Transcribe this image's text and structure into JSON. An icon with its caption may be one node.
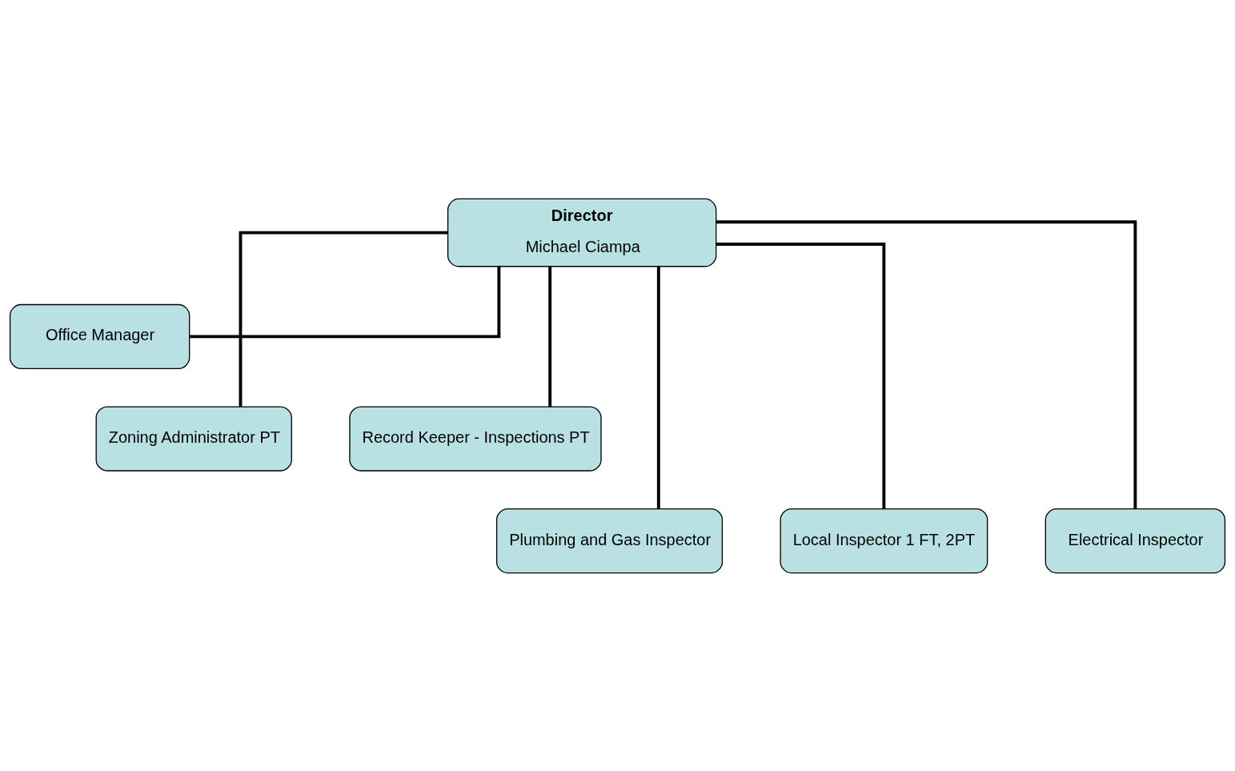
{
  "diagram": {
    "nodes": [
      {
        "text": [
          "Director",
          "Michael Ciampa"
        ]
      },
      {
        "text": [
          "Office Manager"
        ]
      },
      {
        "text": [
          "Zoning Administrator PT"
        ]
      },
      {
        "text": [
          "Record Keeper - Inspections PT"
        ]
      },
      {
        "text": [
          "Plumbing and Gas Inspector"
        ]
      },
      {
        "text": [
          "Local Inspector 1 FT, 2PT"
        ]
      },
      {
        "text": [
          "Electrical Inspector"
        ]
      }
    ],
    "edges": [
      {
        "from": 0,
        "to": 1,
        "arrow": "none"
      },
      {
        "from": 0,
        "to": 2,
        "arrow": "none"
      },
      {
        "from": 0,
        "to": 3,
        "arrow": "none"
      },
      {
        "from": 0,
        "to": 4,
        "arrow": "none"
      },
      {
        "from": 0,
        "to": 5,
        "arrow": "none"
      },
      {
        "from": 0,
        "to": 6,
        "arrow": "none"
      }
    ]
  }
}
